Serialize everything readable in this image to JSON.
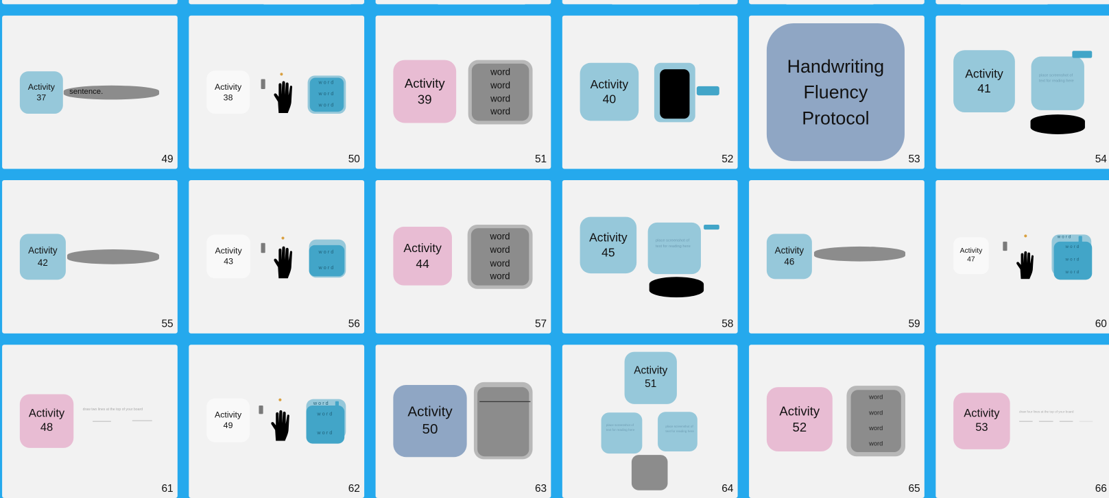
{
  "colors": {
    "background": "#25a9ed",
    "slide": "#f2f2f2",
    "activity_blue": "#96c8da",
    "activity_pink": "#e8bcd3",
    "activity_slate": "#8fa6c4",
    "word_teal": "#42a5c8",
    "gray": "#8c8c8c"
  },
  "activity_label": "Activity",
  "word": "word",
  "placeholder_text": "place screenshot of text for reading here",
  "slides": [
    {
      "number": "49",
      "activity": "37",
      "text": "sentence."
    },
    {
      "number": "50",
      "activity": "38"
    },
    {
      "number": "51",
      "activity": "39"
    },
    {
      "number": "52",
      "activity": "40"
    },
    {
      "number": "53",
      "title_lines": [
        "Handwriting",
        "Fluency",
        "Protocol"
      ]
    },
    {
      "number": "54",
      "activity": "41"
    },
    {
      "number": "55",
      "activity": "42"
    },
    {
      "number": "56",
      "activity": "43"
    },
    {
      "number": "57",
      "activity": "44"
    },
    {
      "number": "58",
      "activity": "45"
    },
    {
      "number": "59",
      "activity": "46"
    },
    {
      "number": "60",
      "activity": "47"
    },
    {
      "number": "61",
      "activity": "48",
      "instruction": "draw two lines at the top of your board"
    },
    {
      "number": "62",
      "activity": "49"
    },
    {
      "number": "63",
      "activity": "50"
    },
    {
      "number": "64",
      "activity": "51"
    },
    {
      "number": "65",
      "activity": "52"
    },
    {
      "number": "66",
      "activity": "53",
      "instruction": "draw four lines at the top of your board"
    }
  ]
}
